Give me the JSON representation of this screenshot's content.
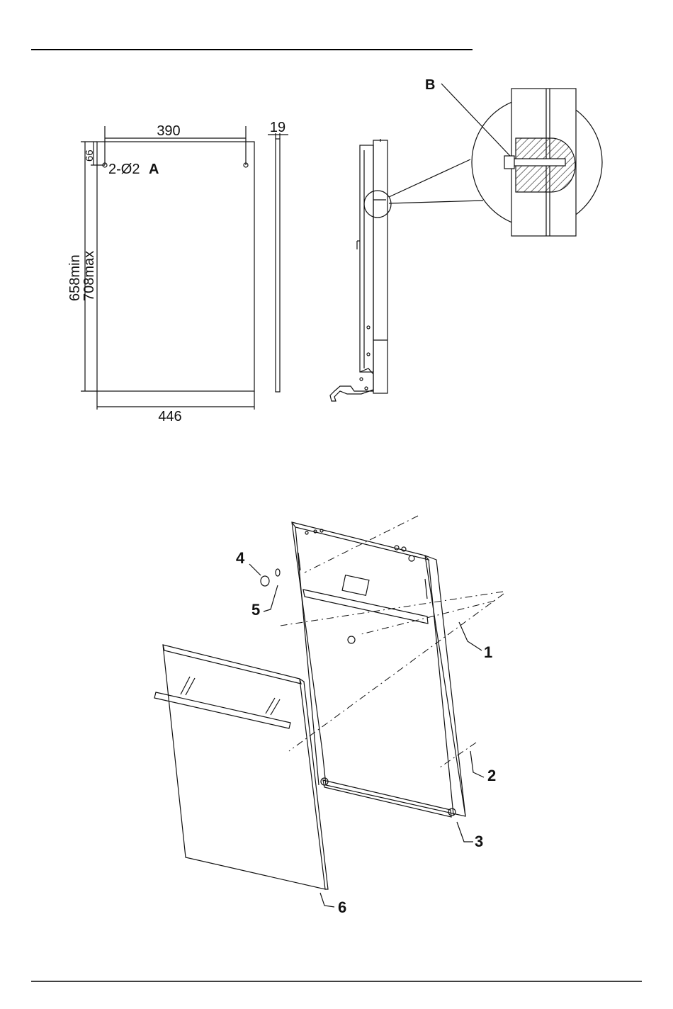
{
  "drawing": {
    "front_view": {
      "width_top": "390",
      "width_bottom": "446",
      "height_min": "658min",
      "height_max": "708max",
      "hole_offset": "66",
      "hole_spec": "2-Ø2",
      "label_a": "A"
    },
    "side_view": {
      "thickness": "19"
    },
    "detail": {
      "label_b": "B"
    },
    "assembly_callouts": [
      "1",
      "2",
      "3",
      "4",
      "5",
      "6"
    ]
  },
  "colors": {
    "ink": "#111111",
    "hatch": "#333333",
    "rule": "#000000"
  }
}
